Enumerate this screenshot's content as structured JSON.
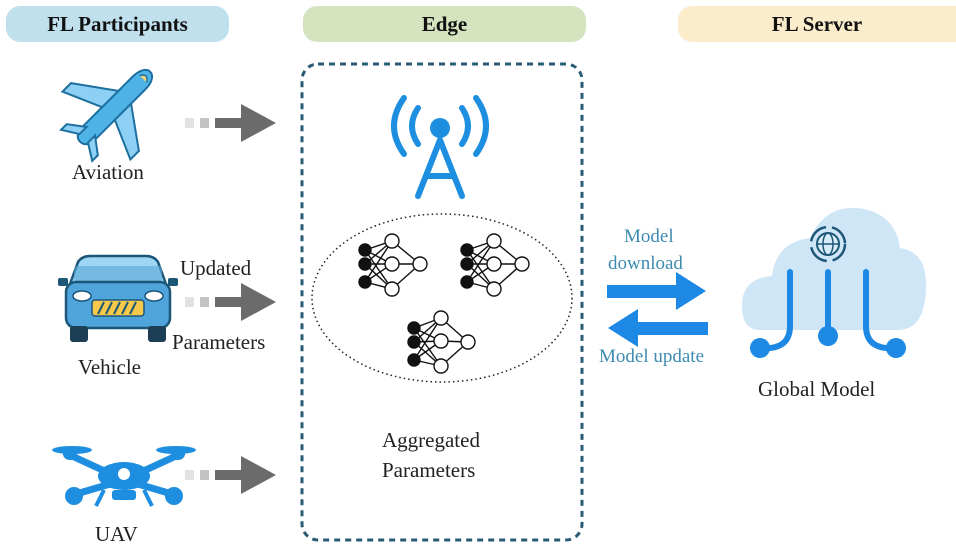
{
  "headers": {
    "participants": "FL Participants",
    "edge": "Edge",
    "server": "FL Server"
  },
  "participants": [
    {
      "label": "Aviation",
      "icon": "airplane-icon"
    },
    {
      "label": "Vehicle",
      "icon": "car-icon"
    },
    {
      "label": "UAV",
      "icon": "drone-icon"
    }
  ],
  "arrow_label": {
    "line1": "Updated",
    "line2": "Parameters"
  },
  "edge": {
    "caption_line1": "Aggregated",
    "caption_line2": "Parameters",
    "icon": "antenna-tower-icon"
  },
  "links": {
    "download_line1": "Model",
    "download_line2": "download",
    "update": "Model update"
  },
  "server": {
    "label": "Global Model",
    "icon": "cloud-globe-icon"
  },
  "colors": {
    "participants_header": "#bfe0ec",
    "edge_header": "#d5e4bf",
    "server_header": "#fbeccb",
    "accent_blue": "#1e88e5",
    "arrow_gray": "#6b6b6b"
  }
}
